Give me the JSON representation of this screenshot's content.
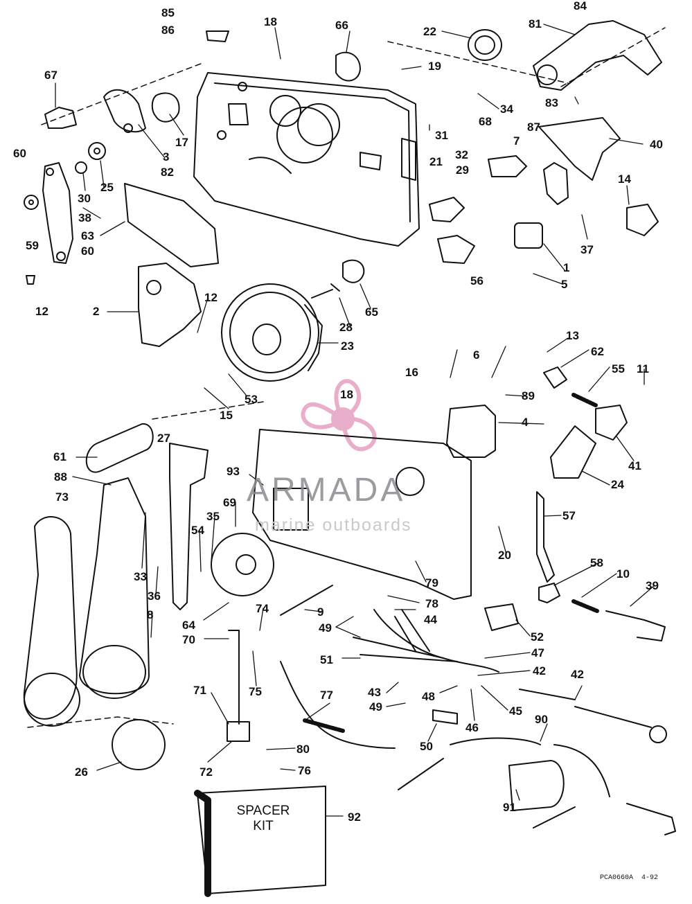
{
  "callouts": [
    "85",
    "86",
    "18",
    "66",
    "22",
    "84",
    "81",
    "67",
    "19",
    "34",
    "83",
    "68",
    "17",
    "3",
    "31",
    "40",
    "60",
    "82",
    "7",
    "87",
    "30",
    "25",
    "21",
    "32",
    "29",
    "14",
    "38",
    "63",
    "59",
    "60",
    "37",
    "1",
    "12",
    "5",
    "56",
    "2",
    "12",
    "28",
    "65",
    "23",
    "13",
    "62",
    "6",
    "16",
    "55",
    "11",
    "53",
    "15",
    "18",
    "89",
    "4",
    "41",
    "24",
    "27",
    "61",
    "88",
    "93",
    "69",
    "73",
    "35",
    "54",
    "57",
    "20",
    "33",
    "79",
    "36",
    "78",
    "58",
    "10",
    "39",
    "8",
    "9",
    "64",
    "74",
    "44",
    "49",
    "52",
    "70",
    "47",
    "51",
    "42",
    "71",
    "75",
    "77",
    "43",
    "48",
    "45",
    "42",
    "49",
    "46",
    "50",
    "90",
    "80",
    "72",
    "76",
    "26",
    "91",
    "92"
  ],
  "kit_label_line1": "SPACER",
  "kit_label_line2": "KIT",
  "drawing_code": "PCA0660A  4-92",
  "watermark": {
    "brand": "ARMADA",
    "sub": "marine outboards",
    "logo_color": "#e7a6c4",
    "text_color": "#8b8b90"
  }
}
